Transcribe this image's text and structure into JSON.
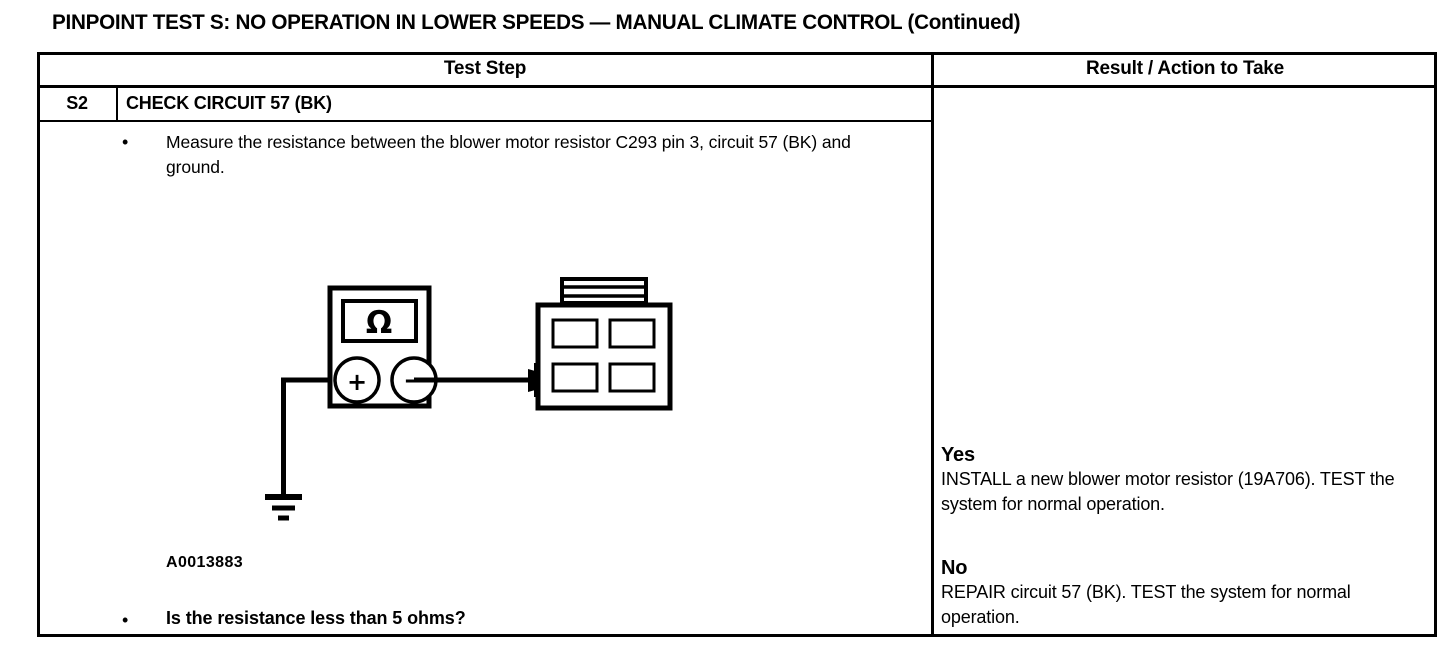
{
  "document": {
    "title": "PINPOINT TEST  S: NO OPERATION IN LOWER SPEEDS — MANUAL CLIMATE CONTROL (Continued)"
  },
  "table": {
    "headers": {
      "test_step": "Test Step",
      "result_action": "Result / Action to Take"
    },
    "step": {
      "code": "S2",
      "title": "CHECK CIRCUIT 57 (BK)",
      "bullet_marker": "•",
      "instruction": "Measure the resistance between the blower motor resistor C293 pin 3, circuit 57 (BK) and ground.",
      "question_marker": "•",
      "question": "Is the resistance less than 5 ohms?",
      "figure_label": "A0013883"
    },
    "results": [
      {
        "key": "Yes",
        "text": "INSTALL a new blower motor resistor (19A706). TEST the system for normal operation."
      },
      {
        "key": "No",
        "text": "REPAIR circuit 57 (BK). TEST the system for normal operation."
      }
    ]
  },
  "figure": {
    "meter_symbol": "Ω",
    "terminal_positive": "+",
    "terminal_negative": "−",
    "icons": {
      "multimeter": "multimeter-icon",
      "ground": "ground-symbol-icon",
      "connector": "connector-icon",
      "probe": "probe-arrow-icon"
    }
  },
  "colors": {
    "ink": "#000000",
    "paper": "#ffffff"
  }
}
